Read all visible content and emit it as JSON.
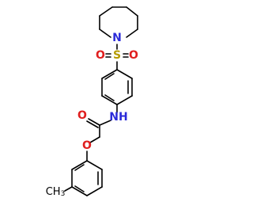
{
  "atoms": {
    "nitrogen_ring": {
      "label": "N",
      "color": "#2b2bd9"
    },
    "sulfur": {
      "label": "S",
      "color": "#b59b00"
    },
    "oxygen_sulfonyl_left": {
      "label": "O",
      "color": "#e02020"
    },
    "oxygen_sulfonyl_right": {
      "label": "O",
      "color": "#e02020"
    },
    "amide_nh": {
      "label": "NH",
      "color": "#2b2bd9"
    },
    "oxygen_carbonyl": {
      "label": "O",
      "color": "#e02020"
    },
    "oxygen_ether": {
      "label": "O",
      "color": "#e02020"
    },
    "methyl": {
      "label": "CH3",
      "color": "#000000"
    }
  },
  "bond_color": "#000000"
}
